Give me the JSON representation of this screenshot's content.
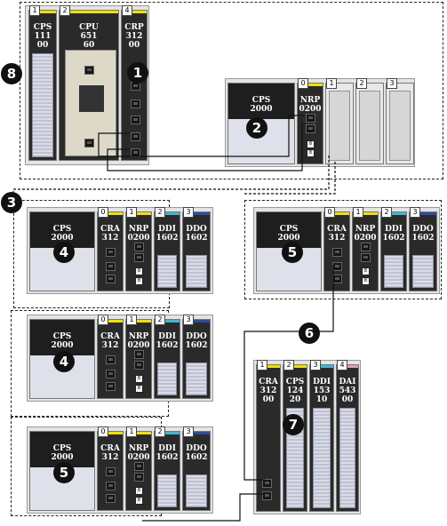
{
  "callouts": [
    "1",
    "2",
    "3",
    "4",
    "4",
    "5",
    "5",
    "6",
    "7",
    "8"
  ],
  "main_rack": {
    "modules": [
      {
        "slot": "1",
        "label": "CPS\n111\n00"
      },
      {
        "slot": "2",
        "label": "CPU\n651\n60"
      },
      {
        "slot": "4",
        "label": "CRP\n312\n00"
      }
    ]
  },
  "rack2": {
    "modules": [
      {
        "slot": "",
        "label": "CPS\n2000"
      },
      {
        "slot": "0",
        "label": "NRP\n0200"
      },
      {
        "slot": "1",
        "label": ""
      },
      {
        "slot": "2",
        "label": ""
      },
      {
        "slot": "3",
        "label": ""
      }
    ]
  },
  "drop_rack": {
    "modules": [
      {
        "slot": "",
        "label": "CPS\n2000"
      },
      {
        "slot": "0",
        "label": "CRA\n312"
      },
      {
        "slot": "1",
        "label": "NRP\n0200"
      },
      {
        "slot": "2",
        "label": "DDI\n1602"
      },
      {
        "slot": "3",
        "label": "DDO\n1602"
      }
    ]
  },
  "rack7": {
    "modules": [
      {
        "slot": "1",
        "label": "CRA\n312\n00"
      },
      {
        "slot": "2",
        "label": "CPS\n124\n20"
      },
      {
        "slot": "3",
        "label": "DDI\n153\n10"
      },
      {
        "slot": "4",
        "label": "DAI\n543\n00"
      }
    ]
  },
  "colors": {
    "slot_yellow": "#f0e000",
    "slot_cyan": "#3fb8d0",
    "slot_blue": "#2a4da0",
    "slot_pink": "#e89ab8"
  }
}
